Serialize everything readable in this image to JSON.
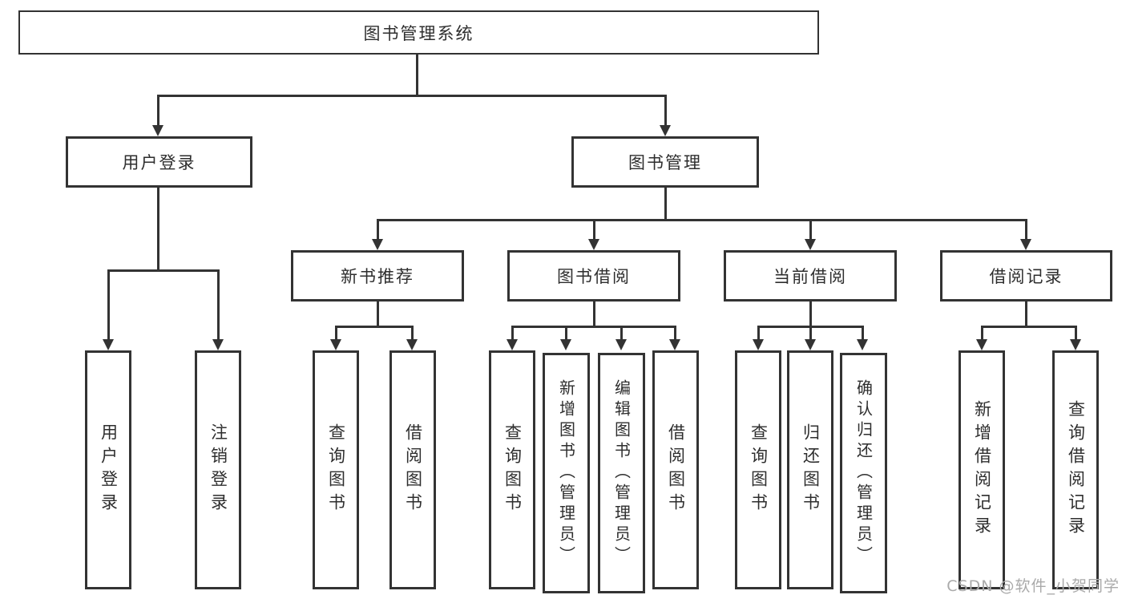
{
  "diagram": {
    "type": "tree",
    "root": {
      "label": "图书管理系统"
    },
    "branches": [
      {
        "label": "用户登录",
        "children": [
          {
            "label": "用户登录"
          },
          {
            "label": "注销登录"
          }
        ]
      },
      {
        "label": "图书管理",
        "children": [
          {
            "label": "新书推荐",
            "children": [
              {
                "label": "查询图书"
              },
              {
                "label": "借阅图书"
              }
            ]
          },
          {
            "label": "图书借阅",
            "children": [
              {
                "label": "查询图书"
              },
              {
                "label": "新增图书（管理员）"
              },
              {
                "label": "编辑图书（管理员）"
              },
              {
                "label": "借阅图书"
              }
            ]
          },
          {
            "label": "当前借阅",
            "children": [
              {
                "label": "查询图书"
              },
              {
                "label": "归还图书"
              },
              {
                "label": "确认归还（管理员）"
              }
            ]
          },
          {
            "label": "借阅记录",
            "children": [
              {
                "label": "新增借阅记录"
              },
              {
                "label": "查询借阅记录"
              }
            ]
          }
        ]
      }
    ]
  },
  "watermark": "CSDN @软件_小贺同学",
  "colors": {
    "line": "#333333",
    "border": "#333333",
    "text": "#2e2e2e",
    "watermark": "#aaaaaa",
    "background": "#ffffff"
  }
}
